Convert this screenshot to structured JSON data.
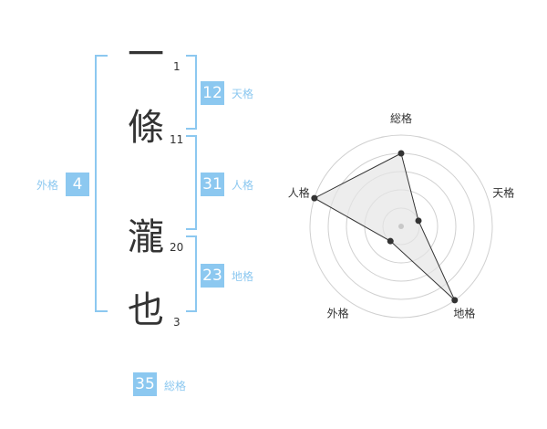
{
  "name_chars": [
    {
      "char": "一",
      "strokes": "1"
    },
    {
      "char": "條",
      "strokes": "11"
    },
    {
      "char": "瀧",
      "strokes": "20"
    },
    {
      "char": "也",
      "strokes": "3"
    }
  ],
  "scores": {
    "tenkaku": {
      "value": "12",
      "label": "天格"
    },
    "jinkaku": {
      "value": "31",
      "label": "人格"
    },
    "chikaku": {
      "value": "23",
      "label": "地格"
    },
    "gaikaku": {
      "value": "4",
      "label": "外格"
    },
    "soukaku": {
      "value": "35",
      "label": "総格"
    }
  },
  "radar": {
    "axes": [
      "総格",
      "天格",
      "地格",
      "外格",
      "人格"
    ],
    "values": [
      4,
      1,
      5,
      1,
      5
    ],
    "max": 5,
    "colors": {
      "grid": "#d0d0d0",
      "fill": "#e6e6e6",
      "line": "#333333",
      "point": "#333333",
      "center": "#c8c8c8",
      "accent": "#8cc8f0"
    }
  }
}
